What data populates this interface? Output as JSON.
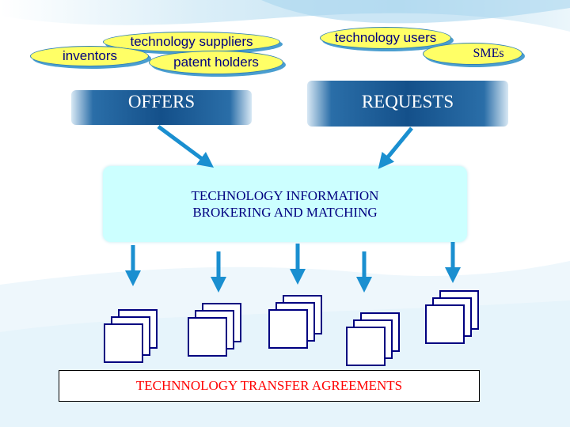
{
  "sources": {
    "technology_suppliers": "technology suppliers",
    "inventors": "inventors",
    "patent_holders": "patent holders",
    "technology_users": "technology users",
    "smes": "SMEs"
  },
  "boxes": {
    "offers": "OFFERS",
    "requests": "REQUESTS",
    "brokering_line1": "TECHNOLOGY INFORMATION",
    "brokering_line2": "BROKERING AND MATCHING",
    "agreements": "TECHNNOLOGY TRANSFER AGREEMENTS"
  },
  "colors": {
    "oval_fill": "#ffff66",
    "oval_text": "#000080",
    "dark_box": "#14508a",
    "center_fill": "#ccffff",
    "arrow": "#1a8fd0",
    "document_stroke": "#000080",
    "agreements_text": "#ff0000"
  },
  "icons": {
    "document_stack": "stacked-documents-icon",
    "arrow": "down-arrow-icon"
  }
}
